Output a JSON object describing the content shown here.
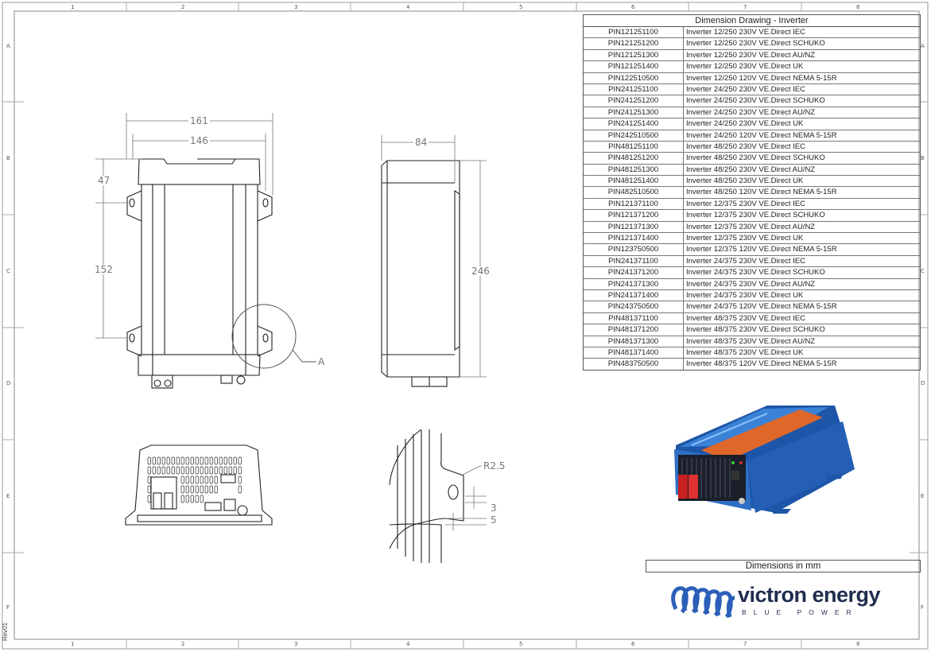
{
  "table": {
    "title": "Dimension Drawing - Inverter",
    "rows": [
      {
        "pin": "PIN121251100",
        "desc": "Inverter 12/250 230V VE.Direct IEC"
      },
      {
        "pin": "PIN121251200",
        "desc": "Inverter 12/250 230V VE.Direct SCHUKO"
      },
      {
        "pin": "PIN121251300",
        "desc": "Inverter 12/250 230V VE.Direct AU/NZ"
      },
      {
        "pin": "PIN121251400",
        "desc": "Inverter 12/250 230V VE.Direct UK"
      },
      {
        "pin": "PIN122510500",
        "desc": "Inverter 12/250 120V VE.Direct NEMA 5-15R"
      },
      {
        "pin": "PIN241251100",
        "desc": "Inverter 24/250 230V VE.Direct IEC"
      },
      {
        "pin": "PIN241251200",
        "desc": "Inverter 24/250 230V VE.Direct SCHUKO"
      },
      {
        "pin": "PIN241251300",
        "desc": "Inverter 24/250 230V VE.Direct AU/NZ"
      },
      {
        "pin": "PIN241251400",
        "desc": "Inverter 24/250 230V VE.Direct UK"
      },
      {
        "pin": "PIN242510500",
        "desc": "Inverter 24/250 120V VE.Direct NEMA 5-15R"
      },
      {
        "pin": "PIN481251100",
        "desc": "Inverter 48/250 230V VE.Direct IEC"
      },
      {
        "pin": "PIN481251200",
        "desc": "Inverter 48/250 230V VE.Direct SCHUKO"
      },
      {
        "pin": "PIN481251300",
        "desc": "Inverter 48/250 230V VE.Direct AU/NZ"
      },
      {
        "pin": "PIN481251400",
        "desc": "Inverter 48/250 230V VE.Direct UK"
      },
      {
        "pin": "PIN482510500",
        "desc": "Inverter 48/250 120V VE.Direct NEMA 5-15R"
      },
      {
        "pin": "PIN121371100",
        "desc": "Inverter 12/375 230V VE.Direct IEC"
      },
      {
        "pin": "PIN121371200",
        "desc": "Inverter 12/375 230V VE.Direct SCHUKO"
      },
      {
        "pin": "PIN121371300",
        "desc": "Inverter 12/375 230V VE.Direct AU/NZ"
      },
      {
        "pin": "PIN121371400",
        "desc": "Inverter 12/375 230V VE.Direct UK"
      },
      {
        "pin": "PIN123750500",
        "desc": "Inverter 12/375 120V VE.Direct NEMA 5-15R"
      },
      {
        "pin": "PIN241371100",
        "desc": "Inverter 24/375 230V VE.Direct IEC"
      },
      {
        "pin": "PIN241371200",
        "desc": "Inverter 24/375 230V VE.Direct SCHUKO"
      },
      {
        "pin": "PIN241371300",
        "desc": "Inverter 24/375 230V VE.Direct AU/NZ"
      },
      {
        "pin": "PIN241371400",
        "desc": "Inverter 24/375 230V VE.Direct UK"
      },
      {
        "pin": "PIN243750500",
        "desc": "Inverter 24/375 120V VE.Direct NEMA 5-15R"
      },
      {
        "pin": "PIN481371100",
        "desc": "Inverter 48/375 230V VE.Direct IEC"
      },
      {
        "pin": "PIN481371200",
        "desc": "Inverter 48/375 230V VE.Direct SCHUKO"
      },
      {
        "pin": "PIN481371300",
        "desc": "Inverter 48/375 230V VE.Direct AU/NZ"
      },
      {
        "pin": "PIN481371400",
        "desc": "Inverter 48/375 230V VE.Direct UK"
      },
      {
        "pin": "PIN483750500",
        "desc": "Inverter 48/375 120V VE.Direct NEMA 5-15R"
      }
    ]
  },
  "dimensions": {
    "width_outer": "161",
    "width_inner": "146",
    "top_offset": "47",
    "mount_spacing": "152",
    "depth": "84",
    "height": "246",
    "radius": "R2.5",
    "detail_3": "3",
    "detail_5": "5",
    "detail_label": "A"
  },
  "units_label": "Dimensions in mm",
  "logo": {
    "name": "victron energy",
    "tagline": "BLUE POWER"
  },
  "revision": "Rev01",
  "zones": {
    "columns": [
      "1",
      "2",
      "3",
      "4",
      "5",
      "6",
      "7",
      "8"
    ],
    "rows": [
      "A",
      "B",
      "C",
      "D",
      "E",
      "F"
    ]
  },
  "colors": {
    "product_blue": "#2f6fc4",
    "product_orange": "#e0672a",
    "logo_navy": "#1f2d4d",
    "logo_blue": "#2b5fb8"
  }
}
